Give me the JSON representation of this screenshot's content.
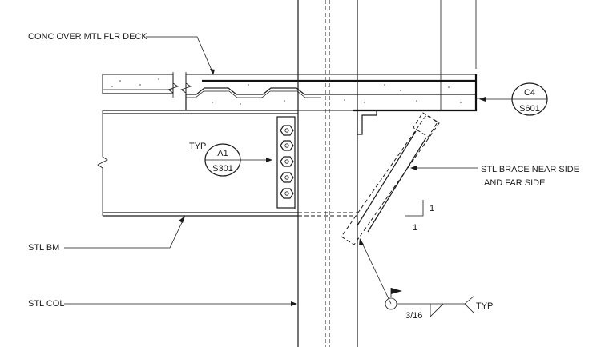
{
  "labels": {
    "deck": "CONC OVER MTL FLR DECK",
    "typ_left": "TYP",
    "stl_bm": "STL BM",
    "stl_col": "STL COL",
    "brace_line1": "STL BRACE NEAR SIDE",
    "brace_line2": "AND FAR SIDE",
    "slope_rise": "1",
    "slope_run": "1",
    "weld_size": "3/16",
    "weld_typ": "TYP"
  },
  "detail_tags": {
    "a1": {
      "detail": "A1",
      "sheet": "S301"
    },
    "c4": {
      "detail": "C4",
      "sheet": "S601"
    }
  }
}
